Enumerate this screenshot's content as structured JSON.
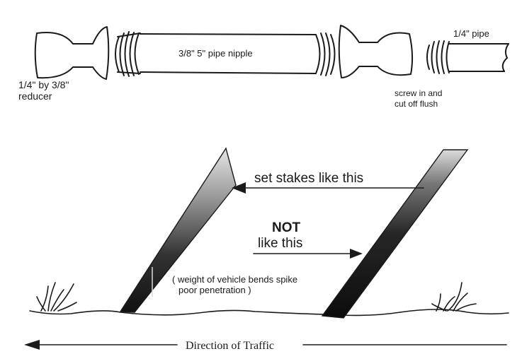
{
  "parts": {
    "reducer_label_line1": "1/4\" by 3/8\"",
    "reducer_label_line2": "reducer",
    "nipple_label": "3/8\"  5\" pipe nipple",
    "pipe_label": "1/4\" pipe",
    "screw_label_line1": "screw in and",
    "screw_label_line2": "cut off flush"
  },
  "stakes": {
    "correct_label": "set stakes like this",
    "incorrect_label_bold": "NOT",
    "incorrect_label_line2": "like this",
    "note_line1": "( weight of vehicle bends spike",
    "note_line2": "poor penetration )"
  },
  "traffic": {
    "direction_label": "Direction of Traffic"
  }
}
